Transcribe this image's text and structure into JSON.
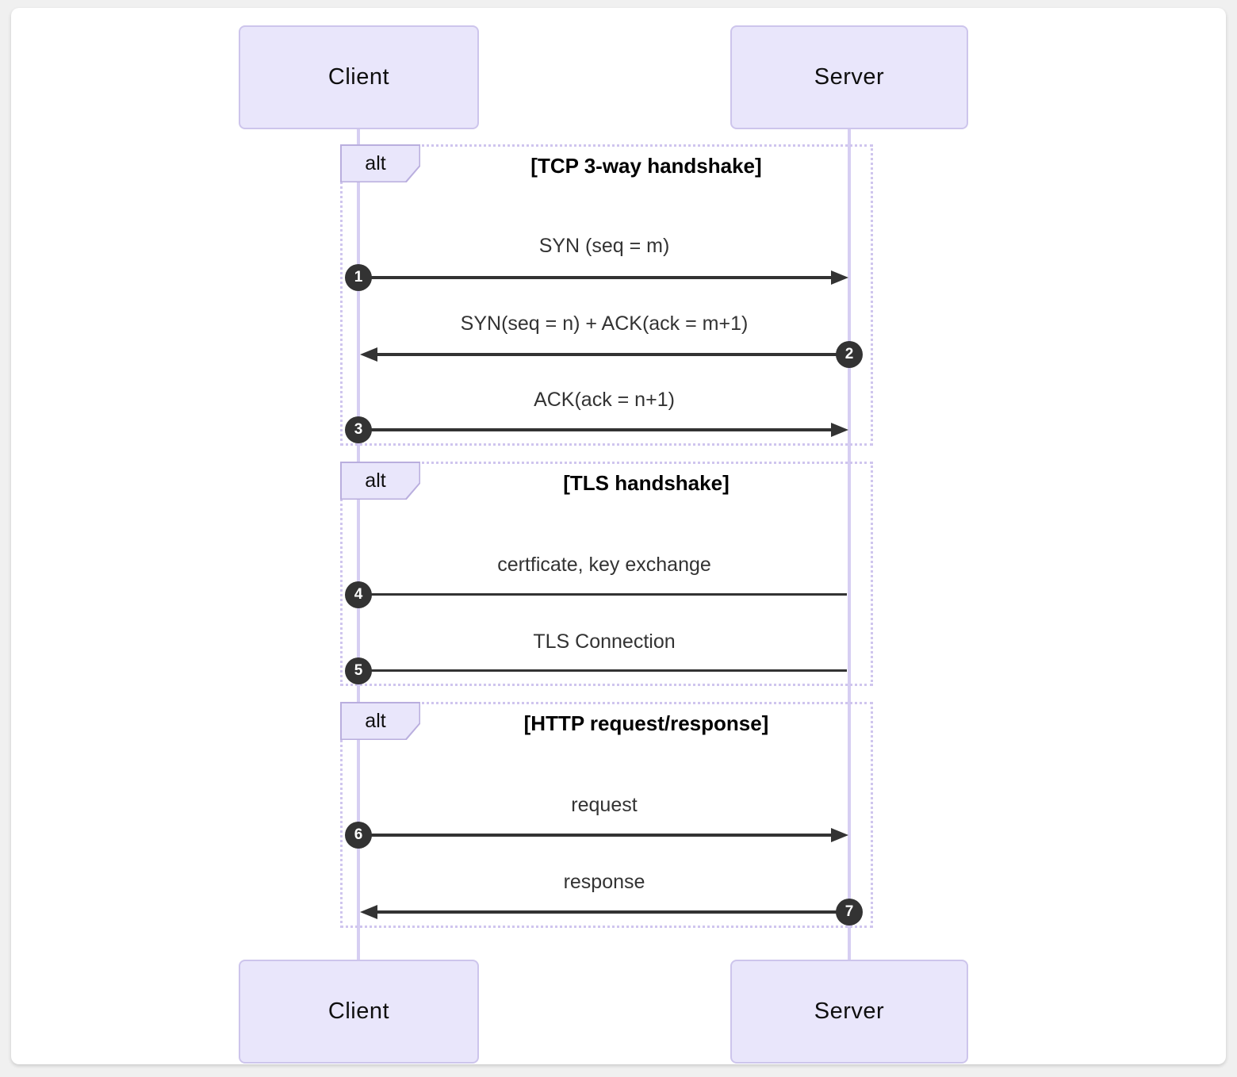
{
  "diagram": {
    "type": "sequence-diagram",
    "actors": {
      "client": "Client",
      "server": "Server"
    },
    "frames": [
      {
        "operator": "alt",
        "title": "[TCP 3-way handshake]",
        "messages": [
          {
            "num": "1",
            "label": "SYN (seq = m)",
            "direction": "right",
            "arrowhead": true
          },
          {
            "num": "2",
            "label": "SYN(seq = n) + ACK(ack = m+1)",
            "direction": "left",
            "arrowhead": true
          },
          {
            "num": "3",
            "label": "ACK(ack = n+1)",
            "direction": "right",
            "arrowhead": true
          }
        ]
      },
      {
        "operator": "alt",
        "title": "[TLS handshake]",
        "messages": [
          {
            "num": "4",
            "label": "certficate, key exchange",
            "direction": "right",
            "arrowhead": false
          },
          {
            "num": "5",
            "label": "TLS Connection",
            "direction": "right",
            "arrowhead": false
          }
        ]
      },
      {
        "operator": "alt",
        "title": "[HTTP request/response]",
        "messages": [
          {
            "num": "6",
            "label": "request",
            "direction": "right",
            "arrowhead": true
          },
          {
            "num": "7",
            "label": "response",
            "direction": "left",
            "arrowhead": true
          }
        ]
      }
    ],
    "colors": {
      "actor_fill": "#e9e6fb",
      "actor_border": "#cdc5ec",
      "lifeline": "#d6cef2",
      "frame_border": "#cfc5ee",
      "message_line": "#333333",
      "badge_fill": "#333333",
      "badge_text": "#ffffff",
      "message_text": "#333333",
      "canvas": "#ffffff",
      "page_background": "#f0f0f0"
    }
  }
}
